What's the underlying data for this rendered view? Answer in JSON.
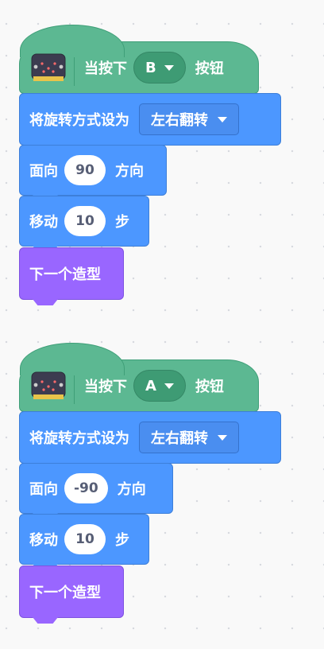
{
  "scripts": [
    {
      "hat": {
        "label": "当按下",
        "button": "B",
        "suffix": "按钮"
      },
      "rotation": {
        "label": "将旋转方式设为",
        "value": "左右翻转"
      },
      "point": {
        "label": "面向",
        "value": "90",
        "suffix": "方向"
      },
      "move": {
        "label": "移动",
        "value": "10",
        "suffix": "步"
      },
      "costume": {
        "label": "下一个造型"
      }
    },
    {
      "hat": {
        "label": "当按下",
        "button": "A",
        "suffix": "按钮"
      },
      "rotation": {
        "label": "将旋转方式设为",
        "value": "左右翻转"
      },
      "point": {
        "label": "面向",
        "value": "-90",
        "suffix": "方向"
      },
      "move": {
        "label": "移动",
        "value": "10",
        "suffix": "步"
      },
      "costume": {
        "label": "下一个造型"
      }
    }
  ],
  "icons": {
    "extension": "microbit-icon",
    "dropdown": "chevron-down-icon"
  },
  "colors": {
    "events": "#5cb892",
    "motion": "#4c97ff",
    "looks": "#9966ff"
  }
}
